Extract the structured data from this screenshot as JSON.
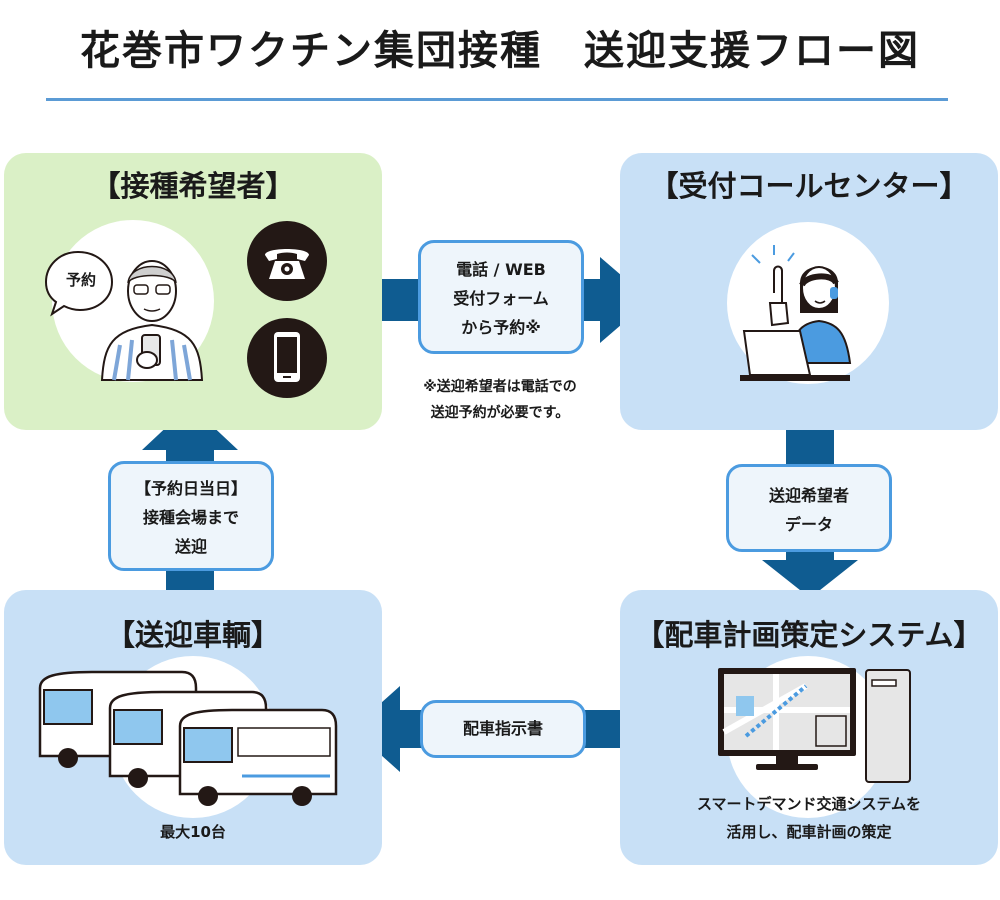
{
  "title": "花巻市ワクチン集団接種　送迎支援フロー図",
  "nodes": {
    "applicant": {
      "title": "【接種希望者】",
      "speech": "予約",
      "icons": [
        "telephone-icon",
        "smartphone-icon"
      ]
    },
    "call_center": {
      "title": "【受付コールセンター】"
    },
    "dispatch_system": {
      "title": "【配車計画策定システム】",
      "caption_line1": "スマートデマンド交通システムを",
      "caption_line2": "活用し、配車計画の策定"
    },
    "vehicles": {
      "title": "【送迎車輌】",
      "caption": "最大10台"
    }
  },
  "edges": {
    "applicant_to_center": {
      "line1": "電話 / WEB",
      "line2": "受付フォーム",
      "line3": "から予約※"
    },
    "center_to_system": {
      "line1": "送迎希望者",
      "line2": "データ"
    },
    "system_to_vehicles": {
      "line1": "配車指示書"
    },
    "vehicles_to_applicant": {
      "line1": "【予約日当日】",
      "line2": "接種会場まで",
      "line3": "送迎"
    }
  },
  "note": {
    "line1": "※送迎希望者は電話での",
    "line2": "送迎予約が必要です。"
  },
  "colors": {
    "arrow": "#0f5c91",
    "panel_green": "#daf0c6",
    "panel_blue": "#c8e0f6",
    "bubble_border": "#4b9be0",
    "title_rule": "#5b9bd5"
  }
}
